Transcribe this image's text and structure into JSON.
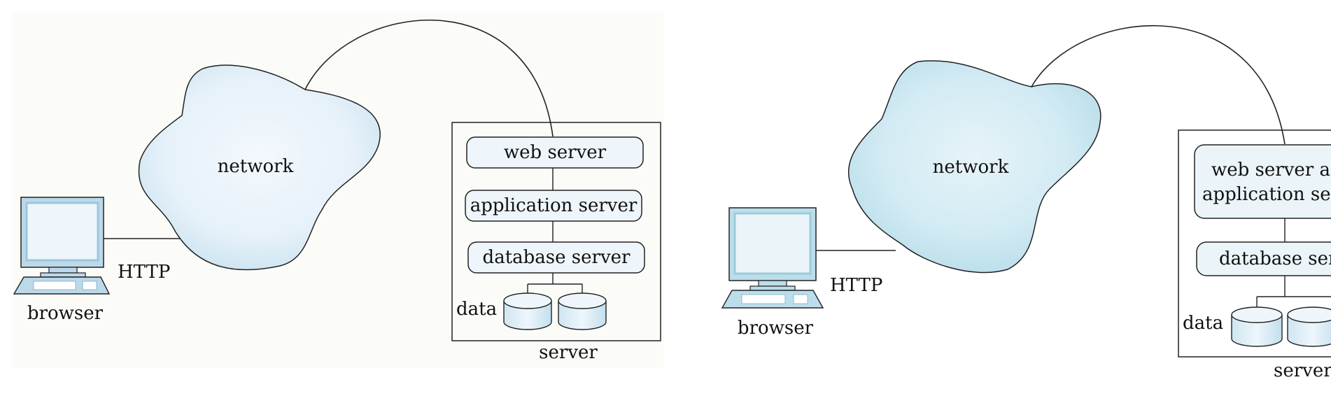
{
  "left_diagram": {
    "network_label": "network",
    "protocol_label": "HTTP",
    "client_label": "browser",
    "server_caption": "server",
    "data_label": "data",
    "tiers": [
      "web server",
      "application server",
      "database server"
    ]
  },
  "right_diagram": {
    "network_label": "network",
    "protocol_label": "HTTP",
    "client_label": "browser",
    "server_caption": "server",
    "data_label": "data",
    "tiers_line1": "web server a",
    "tiers_line2": "application se",
    "db_tier": "database ser"
  },
  "colors": {
    "cloud_fill": "#d6ecf4",
    "box_fill": "#eef5fb",
    "panel_bg": "#fbfbf8",
    "stroke": "#222222"
  }
}
